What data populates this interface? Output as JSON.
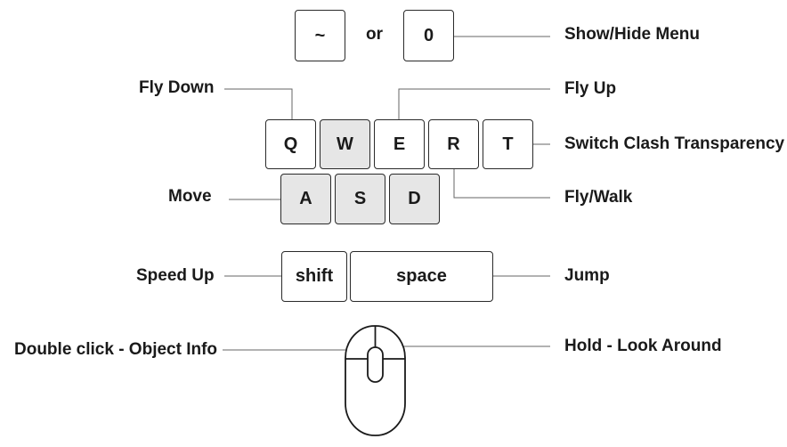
{
  "keys": {
    "tilde": "~",
    "zero": "0",
    "q": "Q",
    "w": "W",
    "e": "E",
    "r": "R",
    "t": "T",
    "a": "A",
    "s": "S",
    "d": "D",
    "shift": "shift",
    "space": "space"
  },
  "or_text": "or",
  "labels": {
    "show_hide_menu": "Show/Hide Menu",
    "fly_down": "Fly Down",
    "fly_up": "Fly Up",
    "switch_clash": "Switch Clash Transparency",
    "move": "Move",
    "fly_walk": "Fly/Walk",
    "speed_up": "Speed Up",
    "jump": "Jump",
    "double_click": "Double click - Object Info",
    "hold": "Hold - Look Around"
  }
}
